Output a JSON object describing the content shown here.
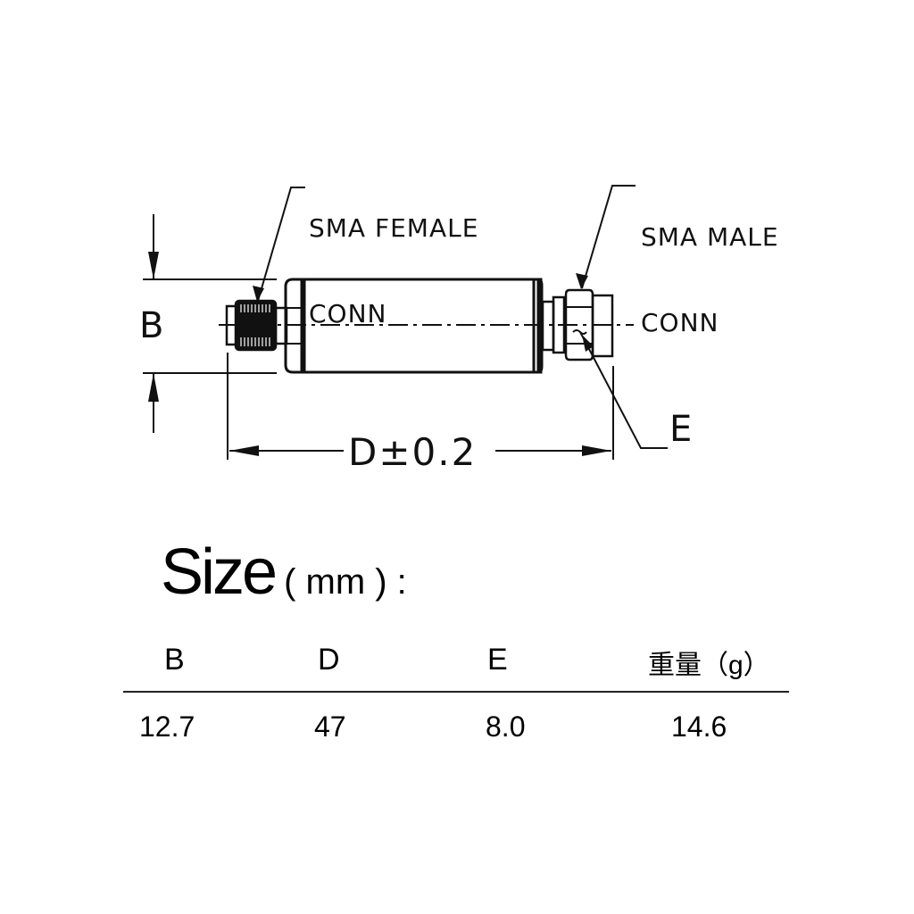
{
  "drawing": {
    "callouts": {
      "female": {
        "line1": "SMA FEMALE",
        "line2": "CONN"
      },
      "male": {
        "line1": "SMA MALE",
        "line2": "CONN"
      }
    },
    "dimensions": {
      "b_label": "B",
      "d_label": "D±0.2",
      "e_label": "E"
    },
    "colors": {
      "line": "#111111",
      "background": "#ffffff"
    }
  },
  "size": {
    "title": "Size",
    "unit": "( mm ) :"
  },
  "table": {
    "headers": [
      "B",
      "D",
      "E",
      "重量（g）"
    ],
    "rows": [
      [
        "12.7",
        "47",
        "8.0",
        "14.6"
      ]
    ]
  }
}
